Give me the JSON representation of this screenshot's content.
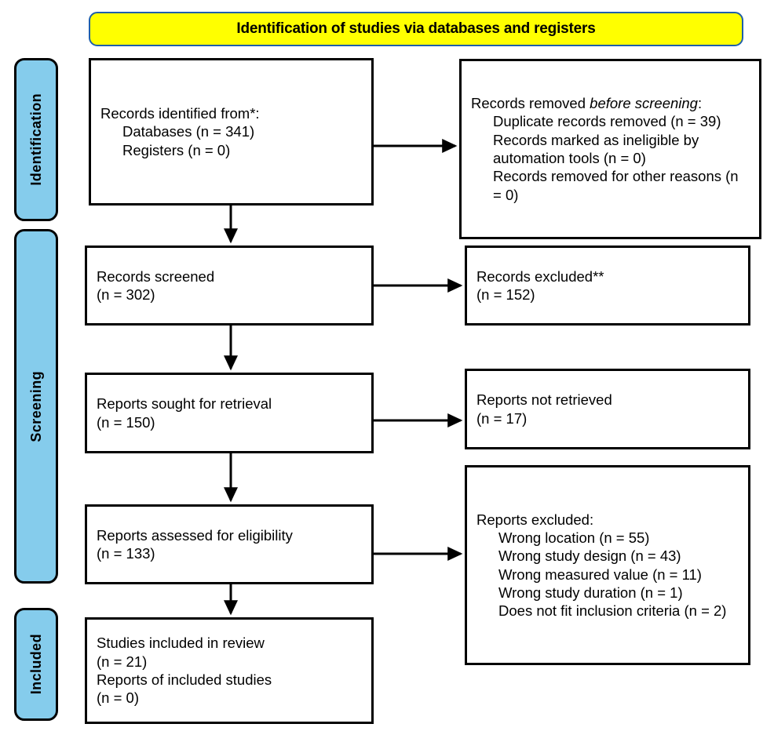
{
  "banner": {
    "title": "Identification of studies via databases and registers",
    "fill": "#FFFF00",
    "border": "#1F5FA9"
  },
  "rails": {
    "fill": "#85CCEC",
    "items": [
      {
        "id": "identification",
        "label": "Identification"
      },
      {
        "id": "screening",
        "label": "Screening"
      },
      {
        "id": "included",
        "label": "Included"
      }
    ]
  },
  "boxes": {
    "identified": {
      "lines": [
        "Records identified from*:",
        "Databases (n = 341)",
        "Registers (n = 0)"
      ]
    },
    "removed_before": {
      "lines": [
        "Records removed ",
        "before screening",
        ":",
        "Duplicate records removed (n = 39)",
        "Records marked as ineligible by automation tools (n = 0)",
        "Records removed for other reasons (n = 0)"
      ],
      "lead_plain": "Records removed ",
      "lead_italic": "before screening",
      "lead_colon": ":"
    },
    "screened": {
      "lines": [
        "Records screened",
        "(n = 302)"
      ]
    },
    "excluded": {
      "lines": [
        "Records excluded**",
        "(n = 152)"
      ]
    },
    "sought": {
      "lines": [
        "Reports sought for retrieval",
        "(n = 150)"
      ]
    },
    "not_retrieved": {
      "lines": [
        "Reports not retrieved",
        "(n = 17)"
      ]
    },
    "assessed": {
      "lines": [
        "Reports assessed for eligibility",
        "(n = 133)"
      ]
    },
    "reports_excluded": {
      "heading": "Reports excluded:",
      "reasons": [
        "Wrong location (n = 55)",
        "Wrong study design (n = 43)",
        "Wrong measured value (n = 11)",
        "Wrong study duration (n = 1)",
        "Does not fit inclusion criteria (n = 2)"
      ]
    },
    "included_studies": {
      "lines": [
        "Studies included in review",
        "(n = 21)",
        "Reports of included studies",
        "(n = 0)"
      ]
    }
  },
  "chart_data": {
    "type": "diagram",
    "title": "Identification of studies via databases and registers",
    "stages": [
      "Identification",
      "Screening",
      "Included"
    ],
    "nodes": [
      {
        "id": "identified",
        "stage": "Identification",
        "column": "left",
        "label": "Records identified from*",
        "counts": {
          "Databases": 341,
          "Registers": 0
        }
      },
      {
        "id": "removed_before",
        "stage": "Identification",
        "column": "right",
        "label": "Records removed before screening",
        "counts": {
          "Duplicate records removed": 39,
          "Records marked as ineligible by automation tools": 0,
          "Records removed for other reasons": 0
        }
      },
      {
        "id": "screened",
        "stage": "Screening",
        "column": "left",
        "label": "Records screened",
        "n": 302
      },
      {
        "id": "excluded",
        "stage": "Screening",
        "column": "right",
        "label": "Records excluded**",
        "n": 152
      },
      {
        "id": "sought",
        "stage": "Screening",
        "column": "left",
        "label": "Reports sought for retrieval",
        "n": 150
      },
      {
        "id": "not_retrieved",
        "stage": "Screening",
        "column": "right",
        "label": "Reports not retrieved",
        "n": 17
      },
      {
        "id": "assessed",
        "stage": "Screening",
        "column": "left",
        "label": "Reports assessed for eligibility",
        "n": 133
      },
      {
        "id": "reports_excluded",
        "stage": "Screening",
        "column": "right",
        "label": "Reports excluded",
        "counts": {
          "Wrong location": 55,
          "Wrong study design": 43,
          "Wrong measured value": 11,
          "Wrong study duration": 1,
          "Does not fit inclusion criteria": 2
        }
      },
      {
        "id": "included_studies",
        "stage": "Included",
        "column": "left",
        "label": "Studies included in review",
        "counts": {
          "Studies included in review": 21,
          "Reports of included studies": 0
        }
      }
    ],
    "edges": [
      {
        "from": "identified",
        "to": "removed_before",
        "direction": "right"
      },
      {
        "from": "identified",
        "to": "screened",
        "direction": "down"
      },
      {
        "from": "screened",
        "to": "excluded",
        "direction": "right"
      },
      {
        "from": "screened",
        "to": "sought",
        "direction": "down"
      },
      {
        "from": "sought",
        "to": "not_retrieved",
        "direction": "right"
      },
      {
        "from": "sought",
        "to": "assessed",
        "direction": "down"
      },
      {
        "from": "assessed",
        "to": "reports_excluded",
        "direction": "right"
      },
      {
        "from": "assessed",
        "to": "included_studies",
        "direction": "down"
      }
    ]
  }
}
